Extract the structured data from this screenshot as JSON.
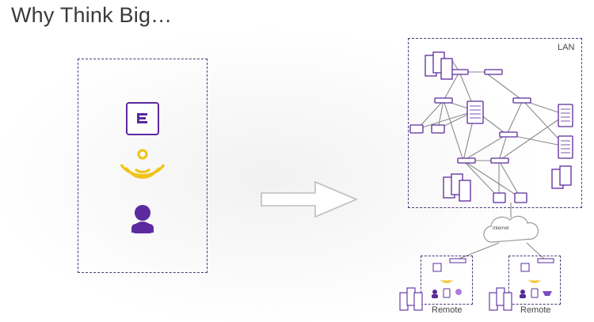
{
  "title": "Why Think Big…",
  "lan": {
    "label": "LAN"
  },
  "internet": {
    "label": "Internet"
  },
  "remotes": [
    {
      "label": "Remote"
    },
    {
      "label": "Remote"
    }
  ],
  "colors": {
    "purple": "#5b2a9e",
    "wifi_yellow": "#f0c419",
    "border": "#4b3a78",
    "lines": "#8a8a8a"
  },
  "icons": {
    "device": "extreme-logo-icon",
    "wireless": "wifi-icon",
    "user": "user-icon"
  }
}
